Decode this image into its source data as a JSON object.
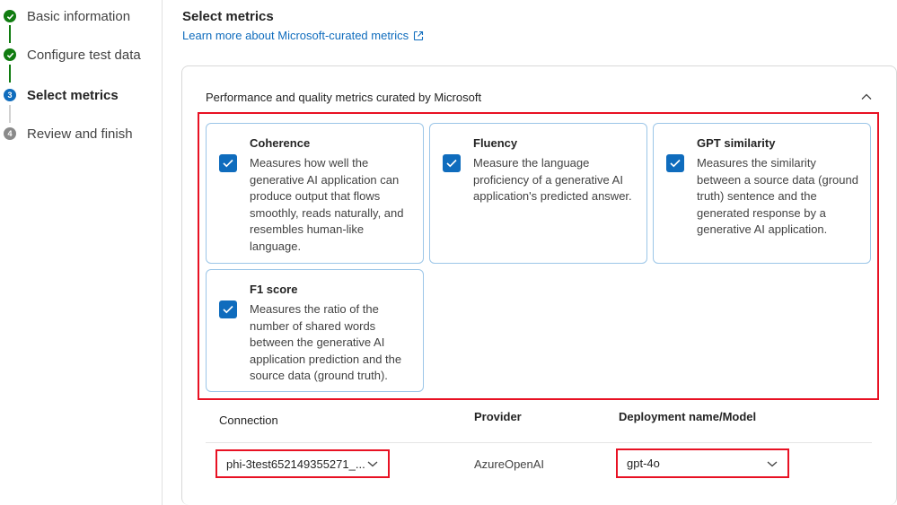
{
  "stepper": {
    "steps": [
      {
        "label": "Basic information",
        "state": "done",
        "number": ""
      },
      {
        "label": "Configure test data",
        "state": "done",
        "number": ""
      },
      {
        "label": "Select metrics",
        "state": "current",
        "number": "3"
      },
      {
        "label": "Review and finish",
        "state": "future",
        "number": "4"
      }
    ]
  },
  "header": {
    "title": "Select metrics",
    "learn_more": "Learn more about Microsoft-curated metrics"
  },
  "metrics_section": {
    "title": "Performance and quality metrics curated by Microsoft",
    "cards": [
      {
        "title": "Coherence",
        "checked": true,
        "lines": [
          "Measures how well the",
          "generative AI application can",
          "produce output that flows",
          "smoothly, reads naturally, and",
          "resembles human-like",
          "language."
        ]
      },
      {
        "title": "Fluency",
        "checked": true,
        "lines": [
          "Measure the language",
          "proficiency of a generative AI",
          "application's predicted answer."
        ]
      },
      {
        "title": "GPT similarity",
        "checked": true,
        "lines": [
          "Measures the similarity",
          "between a source data (ground",
          "truth) sentence and the",
          "generated response by a",
          "generative AI application."
        ]
      },
      {
        "title": "F1 score",
        "checked": true,
        "lines": [
          "Measures the ratio of the",
          "number of shared words",
          "between the generative AI",
          "application prediction and the",
          "source data (ground truth)."
        ]
      }
    ]
  },
  "table": {
    "headers": {
      "connection": "Connection",
      "provider": "Provider",
      "deployment": "Deployment name/Model"
    },
    "row": {
      "connection": "phi-3test652149355271_...",
      "provider": "AzureOpenAI",
      "deployment": "gpt-4o"
    }
  },
  "colors": {
    "accent": "#0f6cbd",
    "success": "#107c10",
    "highlight": "#e81123"
  }
}
